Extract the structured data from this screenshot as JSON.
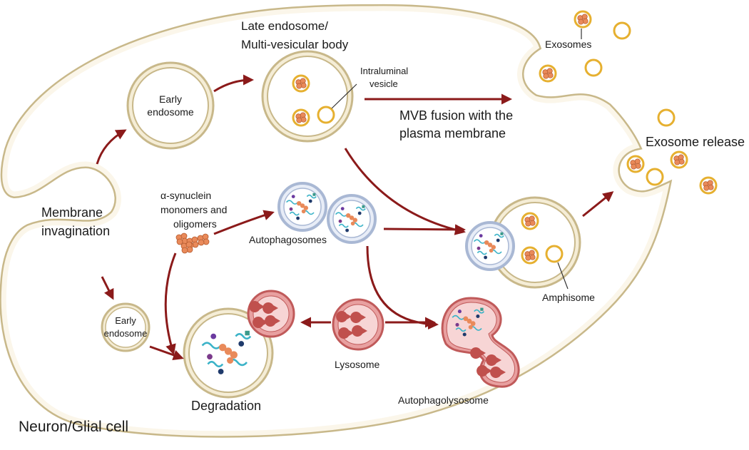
{
  "labels": {
    "late_endosome_1": "Late endosome/",
    "late_endosome_2": "Multi-vesicular body",
    "early_endosome_top_1": "Early",
    "early_endosome_top_2": "endosome",
    "intraluminal_1": "Intraluminal",
    "intraluminal_2": "vesicle",
    "exosomes": "Exosomes",
    "mvb_fusion_1": "MVB fusion with the",
    "mvb_fusion_2": "plasma membrane",
    "exosome_release": "Exosome release",
    "membrane_invagination_1": "Membrane",
    "membrane_invagination_2": "invagination",
    "synuclein_1": "α-synuclein",
    "synuclein_2": "monomers and",
    "synuclein_3": "oligomers",
    "autophagosomes": "Autophagosomes",
    "amphisome": "Amphisome",
    "early_endosome_bottom_1": "Early",
    "early_endosome_bottom_2": "endosome",
    "lysosome": "Lysosome",
    "autophagolysosome": "Autophagolysosome",
    "degradation": "Degradation",
    "cell": "Neuron/Glial cell"
  },
  "colors": {
    "membrane_fill": "#f5edd6",
    "membrane_stroke": "#c8b88a",
    "arrow": "#8b1a1a",
    "exosome": "#e6b030",
    "protein": "#e98a5a",
    "lysosome_fill": "#f2c4c4",
    "lysosome_stroke": "#c05a5a",
    "autophagosome_stroke": "#a9b8d4",
    "autophagosome_fill": "#e8edf7"
  }
}
